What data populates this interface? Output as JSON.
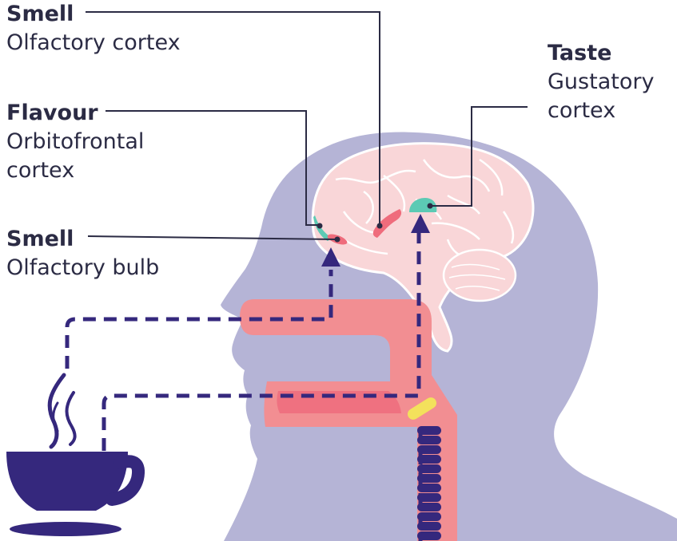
{
  "labels": {
    "smell_cortex": {
      "heading": "Smell",
      "line1": "Olfactory cortex"
    },
    "flavour": {
      "heading": "Flavour",
      "line1": "Orbitofrontal",
      "line2": "cortex"
    },
    "taste": {
      "heading": "Taste",
      "line1": "Gustatory",
      "line2": "cortex"
    },
    "smell_bulb": {
      "heading": "Smell",
      "line1": "Olfactory bulb"
    }
  },
  "colors": {
    "head": "#b5b4d6",
    "brain": "#f9d6d8",
    "brain_outline": "#ffffff",
    "airway": "#f28e92",
    "mouth": "#ef6c7c",
    "orbitofrontal_region": "#ef6c7c",
    "olfactory_cortex_region": "#ef6c7c",
    "gustatory_region": "#5ccab4",
    "flavour_edge_region": "#5ccab4",
    "epiglottis": "#f3e15c",
    "trachea_rings": "#35287d",
    "cup": "#35287d",
    "pathway": "#35287d",
    "leader_lines": "#2b2b44",
    "text": "#2b2b44"
  },
  "icons": [
    "coffee-cup-icon",
    "steam-icon",
    "arrow-up-icon"
  ]
}
